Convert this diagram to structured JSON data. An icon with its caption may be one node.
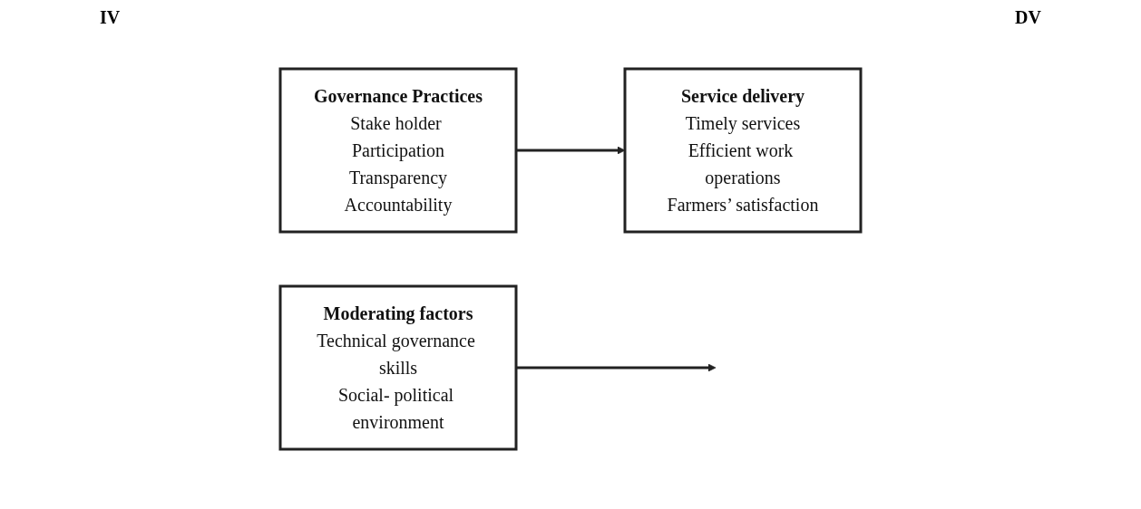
{
  "diagram": {
    "nodes": [
      {
        "text": [
          "Governance Practices",
          "Stake holder Participation",
          "Transparency",
          "Accountability"
        ]
      },
      {
        "text": [
          "Service delivery",
          "Timely services",
          "Efficient work operations",
          "Farmers’ satisfaction"
        ]
      },
      {
        "text": [
          "Moderating factors",
          "Technical governance skills",
          "Social- political environment"
        ]
      }
    ],
    "edges": [
      {
        "from": 0,
        "to": 1,
        "arrow": "to"
      },
      {
        "from": 2,
        "to": null,
        "arrow": "to"
      }
    ],
    "labels": [
      "IV",
      "DV"
    ]
  }
}
